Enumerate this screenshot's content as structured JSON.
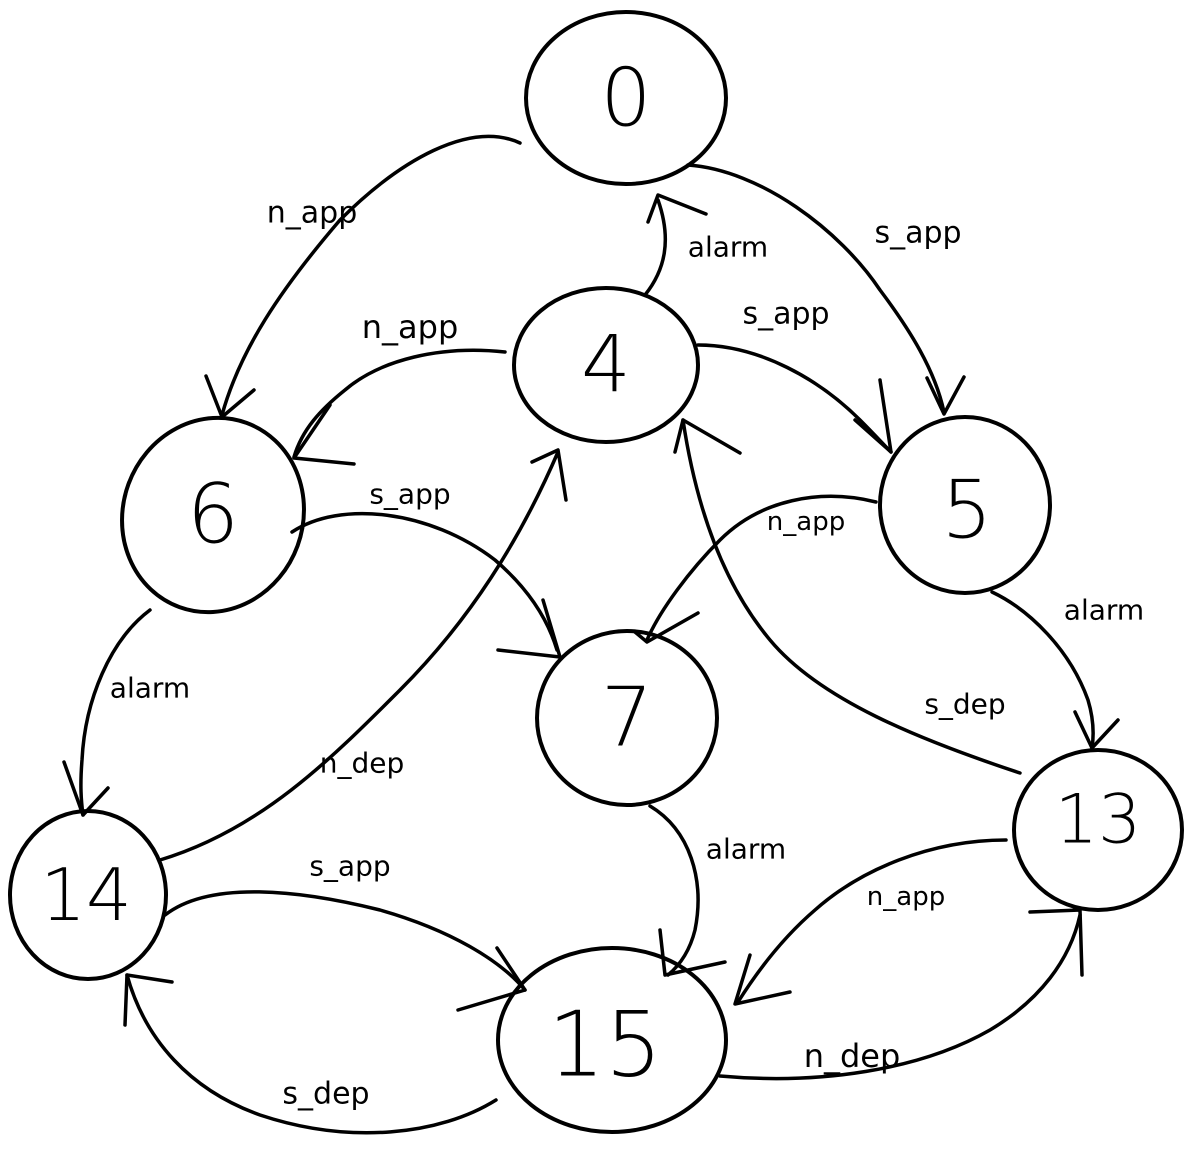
{
  "diagram": {
    "nodes": [
      {
        "id": "n0",
        "label": "0"
      },
      {
        "id": "n4",
        "label": "4"
      },
      {
        "id": "n5",
        "label": "5"
      },
      {
        "id": "n6",
        "label": "6"
      },
      {
        "id": "n7",
        "label": "7"
      },
      {
        "id": "n13",
        "label": "13"
      },
      {
        "id": "n14",
        "label": "14"
      },
      {
        "id": "n15",
        "label": "15"
      }
    ],
    "edges": [
      {
        "id": "e0_6",
        "from": "0",
        "to": "6",
        "label": "n_app"
      },
      {
        "id": "e0_5",
        "from": "0",
        "to": "5",
        "label": "s_app"
      },
      {
        "id": "e4_0",
        "from": "4",
        "to": "0",
        "label": "alarm"
      },
      {
        "id": "e4_6",
        "from": "4",
        "to": "6",
        "label": "n_app"
      },
      {
        "id": "e4_5",
        "from": "4",
        "to": "5",
        "label": "s_app"
      },
      {
        "id": "e6_7",
        "from": "6",
        "to": "7",
        "label": "s_app"
      },
      {
        "id": "e5_7",
        "from": "5",
        "to": "7",
        "label": "n_app"
      },
      {
        "id": "e5_13",
        "from": "5",
        "to": "13",
        "label": "alarm"
      },
      {
        "id": "e6_14",
        "from": "6",
        "to": "14",
        "label": "alarm"
      },
      {
        "id": "e13_4",
        "from": "13",
        "to": "4",
        "label": "s_dep"
      },
      {
        "id": "e14_4",
        "from": "14",
        "to": "4",
        "label": "n_dep"
      },
      {
        "id": "e7_15",
        "from": "7",
        "to": "15",
        "label": "alarm"
      },
      {
        "id": "e14_15",
        "from": "14",
        "to": "15",
        "label": "s_app"
      },
      {
        "id": "e13_15",
        "from": "13",
        "to": "15",
        "label": "n_app"
      },
      {
        "id": "e15_14",
        "from": "15",
        "to": "14",
        "label": "s_dep"
      },
      {
        "id": "e15_13",
        "from": "15",
        "to": "13",
        "label": "n_dep"
      }
    ]
  }
}
